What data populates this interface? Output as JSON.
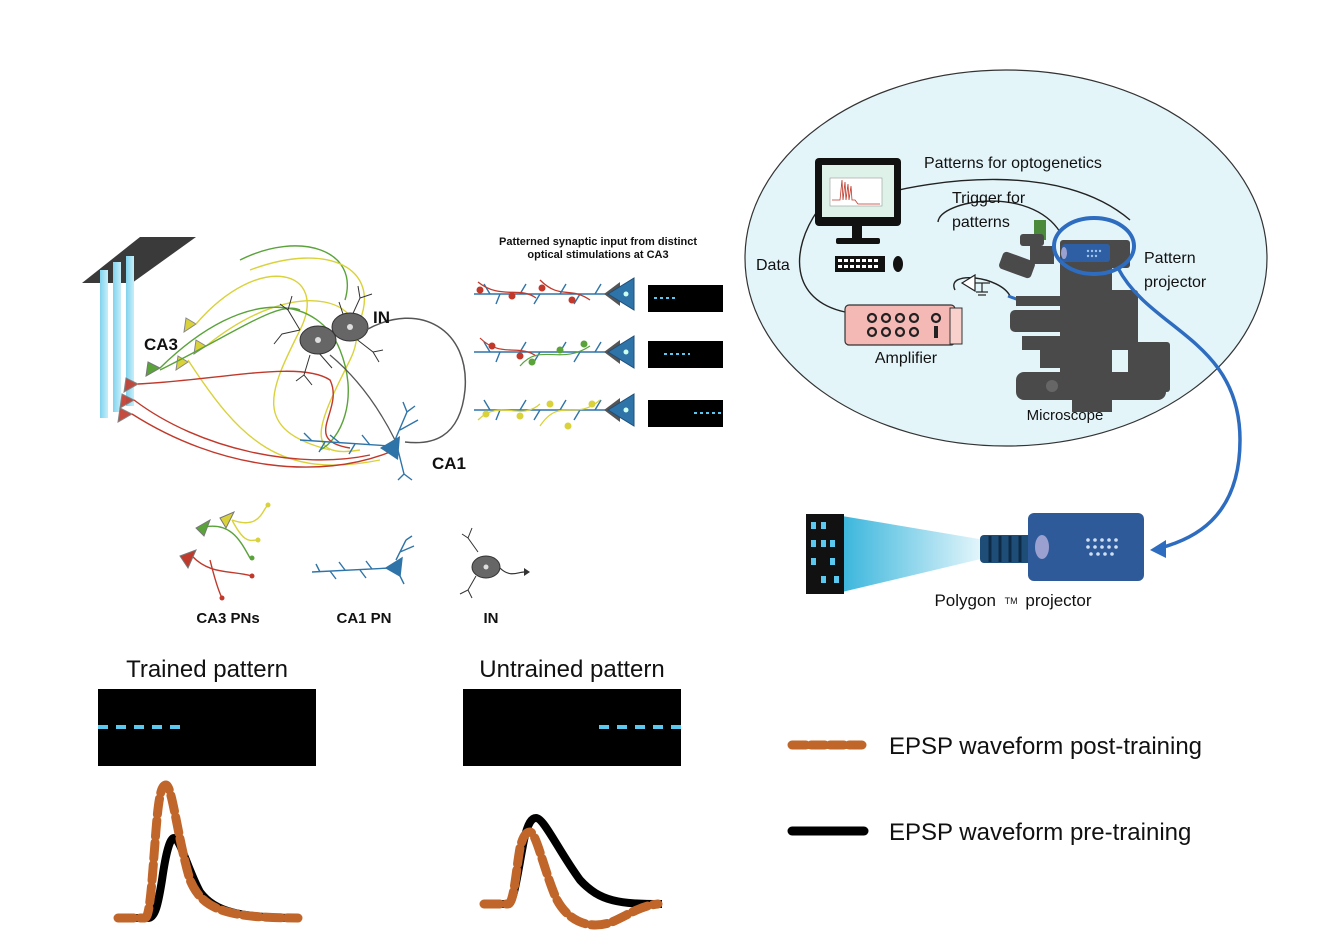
{
  "circuit": {
    "label_ca3": "CA3",
    "label_in": "IN",
    "label_ca1": "CA1",
    "pattern_title_line1": "Patterned synaptic input from distinct",
    "pattern_title_line2": "optical stimulations at CA3"
  },
  "legend_cells": {
    "ca3_pns": "CA3 PNs",
    "ca1_pn": "CA1 PN",
    "in": "IN"
  },
  "setup": {
    "patterns_for_optogenetics": "Patterns for optogenetics",
    "trigger_line1": "Trigger for",
    "trigger_line2": "patterns",
    "data": "Data",
    "pattern_projector_line1": "Pattern",
    "pattern_projector_line2": "projector",
    "amplifier": "Amplifier",
    "microscope": "Microscope",
    "polygon_projector_a": "Polygon",
    "polygon_projector_tm": "TM",
    "polygon_projector_b": "projector"
  },
  "results": {
    "trained_title": "Trained pattern",
    "untrained_title": "Untrained pattern",
    "legend_post": "EPSP waveform post-training",
    "legend_pre": "EPSP waveform pre-training"
  },
  "colors": {
    "post_training": "#c0662a",
    "pre_training": "#000000",
    "optical": "#5bc8f0",
    "setup_bg": "#e4f5fa",
    "projector_blue": "#2e6cc0",
    "ca1_blue": "#2f74a8",
    "ca3_red": "#c0392b",
    "ca3_green": "#5aa33a",
    "ca3_yellow": "#d9d23a",
    "in_gray": "#555555"
  }
}
